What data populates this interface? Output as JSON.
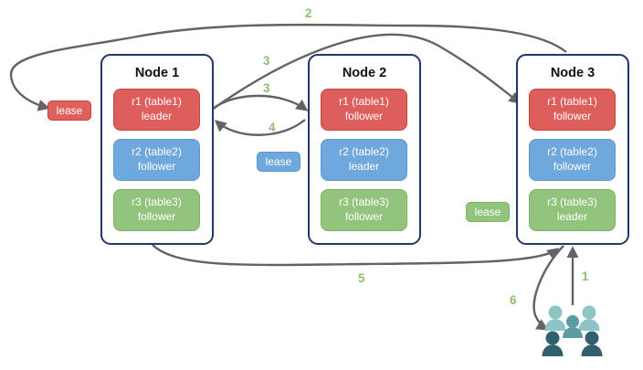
{
  "nodes": [
    {
      "title": "Node 1",
      "replicas": [
        {
          "name": "r1 (table1)",
          "role": "leader",
          "color": "red"
        },
        {
          "name": "r2 (table2)",
          "role": "follower",
          "color": "blue"
        },
        {
          "name": "r3 (table3)",
          "role": "follower",
          "color": "green"
        }
      ]
    },
    {
      "title": "Node 2",
      "replicas": [
        {
          "name": "r1 (table1)",
          "role": "follower",
          "color": "red"
        },
        {
          "name": "r2 (table2)",
          "role": "leader",
          "color": "blue"
        },
        {
          "name": "r3 (table3)",
          "role": "follower",
          "color": "green"
        }
      ]
    },
    {
      "title": "Node 3",
      "replicas": [
        {
          "name": "r1 (table1)",
          "role": "follower",
          "color": "red"
        },
        {
          "name": "r2 (table2)",
          "role": "follower",
          "color": "blue"
        },
        {
          "name": "r3 (table3)",
          "role": "leader",
          "color": "green"
        }
      ]
    }
  ],
  "leases": [
    {
      "label": "lease",
      "color_hex": "#df615e"
    },
    {
      "label": "lease",
      "color_hex": "#6fa8dc"
    },
    {
      "label": "lease",
      "color_hex": "#93c47d"
    }
  ],
  "steps": {
    "s1": "1",
    "s2": "2",
    "s3_upper": "3",
    "s3_lower": "3",
    "s4": "4",
    "s5": "5",
    "s6": "6"
  },
  "icons": {
    "users": "users-group-icon"
  },
  "colors": {
    "replica_red": "#dd5e5b",
    "replica_blue": "#6fa8dc",
    "replica_green": "#93c47d",
    "node_border": "#24356b",
    "arrow": "#636363",
    "step_label": "#8dbf72",
    "users_light": "#8fc4c6",
    "users_mid": "#5b9ca2",
    "users_dark": "#30606d"
  }
}
